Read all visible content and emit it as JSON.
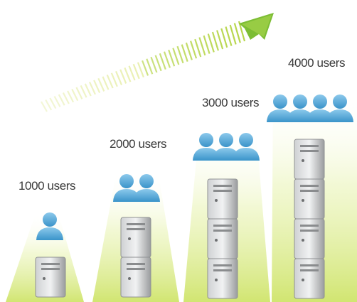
{
  "tiers": [
    {
      "label": "1000 users",
      "users": 1,
      "servers": 1
    },
    {
      "label": "2000 users",
      "users": 2,
      "servers": 2
    },
    {
      "label": "3000 users",
      "users": 3,
      "servers": 3
    },
    {
      "label": "4000 users",
      "users": 4,
      "servers": 4
    }
  ],
  "colors": {
    "arrow": "#8cc43a",
    "beam": "#d9ea8a",
    "user": "#4aa3d6",
    "server": "#a9abad",
    "label": "#3a3a3a"
  },
  "icons": [
    "growth-arrow-icon",
    "user-icon",
    "server-icon"
  ]
}
